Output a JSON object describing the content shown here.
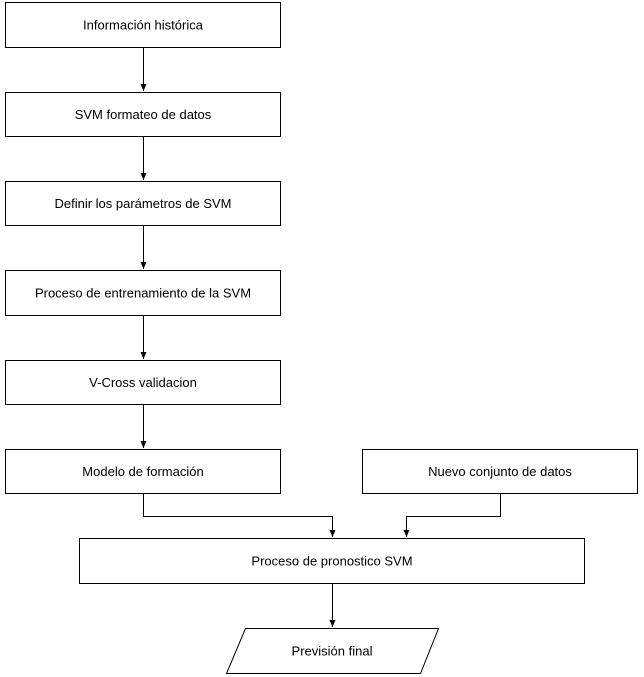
{
  "diagram": {
    "nodes": {
      "historical_info": "Información histórica",
      "svm_format": "SVM formateo de datos",
      "define_params": "Definir los parámetros de SVM",
      "training_process": "Proceso de entrenamiento de la SVM",
      "cross_validation": "V-Cross validacion",
      "training_model": "Modelo de formación",
      "new_dataset": "Nuevo conjunto de datos",
      "forecast_process": "Proceso de pronostico SVM",
      "final_forecast": "Previsión final"
    },
    "colors": {
      "stroke": "#000000",
      "fill": "#ffffff",
      "text": "#000000"
    }
  }
}
